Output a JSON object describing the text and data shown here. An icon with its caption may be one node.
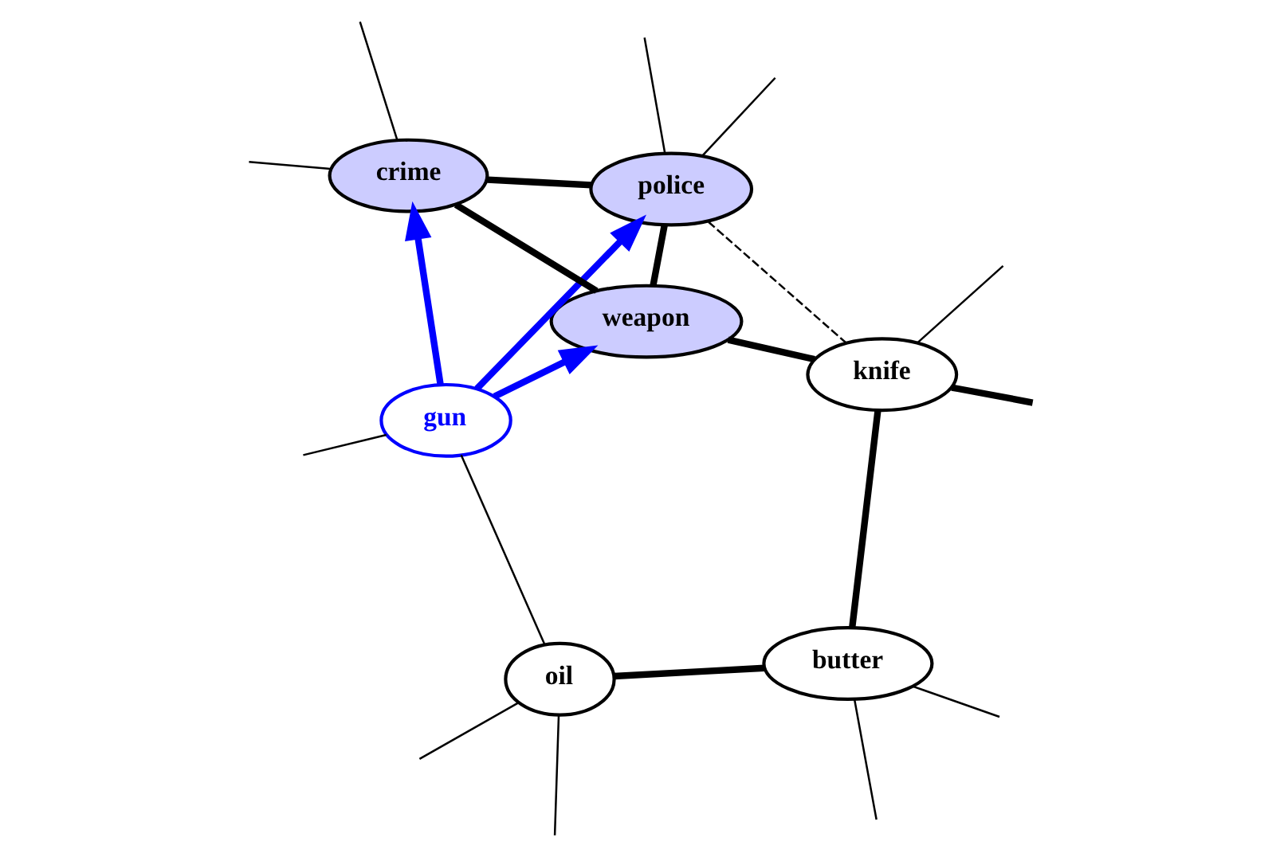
{
  "diagram": {
    "nodes": [
      {
        "text": [
          "oil"
        ]
      },
      {
        "text": [
          "butter"
        ]
      },
      {
        "text": [
          "gun"
        ]
      },
      {
        "text": [
          "weapon"
        ]
      },
      {
        "text": [
          "crime"
        ]
      },
      {
        "text": [
          "knife"
        ]
      },
      {
        "text": [
          "police"
        ]
      }
    ],
    "edges": [
      {
        "from": null,
        "to": 0,
        "arrow": "none"
      },
      {
        "from": null,
        "to": 0,
        "arrow": "none"
      },
      {
        "from": null,
        "to": 1,
        "arrow": "none"
      },
      {
        "from": null,
        "to": 1,
        "arrow": "none"
      },
      {
        "from": 0,
        "to": 1,
        "arrow": "none",
        "style": "thick"
      },
      {
        "from": 0,
        "to": 2,
        "arrow": "none"
      },
      {
        "from": null,
        "to": 2,
        "arrow": "none"
      },
      {
        "from": 1,
        "to": 5,
        "arrow": "none",
        "style": "thick"
      },
      {
        "from": 2,
        "to": 3,
        "arrow": "to",
        "style": "thick",
        "color": "#0000ff"
      },
      {
        "from": 2,
        "to": 6,
        "arrow": "to",
        "style": "thick",
        "color": "#0000ff"
      },
      {
        "from": 2,
        "to": 4,
        "arrow": "to",
        "style": "thick",
        "color": "#0000ff"
      },
      {
        "from": 3,
        "to": 4,
        "arrow": "none",
        "style": "thick"
      },
      {
        "from": null,
        "to": 4,
        "arrow": "none"
      },
      {
        "from": null,
        "to": 4,
        "arrow": "none"
      },
      {
        "from": 5,
        "to": 3,
        "arrow": "none",
        "style": "thick"
      },
      {
        "from": 3,
        "to": 6,
        "arrow": "none",
        "style": "thick"
      },
      {
        "from": 4,
        "to": 6,
        "arrow": "none",
        "style": "thick"
      },
      {
        "from": null,
        "to": 5,
        "arrow": "none"
      },
      {
        "from": 5,
        "to": 6,
        "arrow": "none",
        "style": "dashed"
      },
      {
        "from": null,
        "to": 5,
        "arrow": "none",
        "style": "thick"
      },
      {
        "from": null,
        "to": 6,
        "arrow": "none"
      },
      {
        "from": null,
        "to": 6,
        "arrow": "none"
      }
    ]
  }
}
